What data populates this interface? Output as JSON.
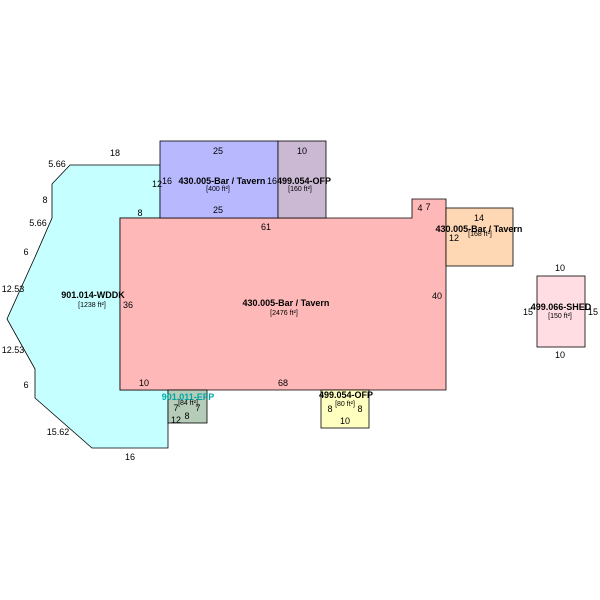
{
  "sketch": {
    "areas": {
      "wddk": {
        "label": "901.014-WDDK",
        "size": "[1238 ft²]",
        "color": "#c6ffff"
      },
      "bar_main": {
        "label": "430.005-Bar / Tavern",
        "size": "[2476 ft²]",
        "color": "#ffb8b8"
      },
      "bar_upper": {
        "label": "430.005-Bar / Tavern",
        "size": "[400 ft²]",
        "color": "#b8b8ff"
      },
      "ofp_upper": {
        "label": "499.054-OFP",
        "size": "[160 ft²]",
        "color": "#cbb9d4"
      },
      "bar_right": {
        "label": "430.005-Bar / Tavern",
        "size": "[168 ft²]",
        "color": "#fed8b4"
      },
      "shed": {
        "label": "499.066-SHED",
        "size": "[150 ft²]",
        "color": "#ffdde3"
      },
      "efp": {
        "label": "901.011-EFP",
        "size": "[84 ft²]",
        "color": "#b4ccb8",
        "label_color": "#00a6a6"
      },
      "ofp_lower": {
        "label": "499.054-OFP",
        "size": "[80 ft²]",
        "color": "#ffffc0"
      }
    },
    "dimensions": {
      "wddk_top": "18",
      "wddk_diag_top": "5.66",
      "wddk_left_upper": "8",
      "wddk_diag_mid_upper": "5.66",
      "wddk_left_6_upper": "6",
      "wddk_diag_12_upper": "12.53",
      "wddk_diag_12_lower": "12.53",
      "wddk_left_6_lower": "6",
      "wddk_diag_bottom": "15.62",
      "wddk_bottom": "16",
      "wddk_inner_12": "12",
      "wddk_inner_8": "8",
      "wddk_inner_36": "36",
      "bar_upper_top": "25",
      "bar_upper_bottom": "25",
      "bar_upper_left": "16",
      "bar_upper_right": "16",
      "ofp_upper_top": "10",
      "ofp_upper_right": "16",
      "bar_main_top": "61",
      "bar_main_right": "40",
      "bar_main_bottom": "68",
      "bar_main_bottom_left": "10",
      "bar_main_notch_4": "4",
      "bar_main_notch_7": "7",
      "bar_right_top": "14",
      "bar_right_left": "12",
      "shed_top": "10",
      "shed_bottom": "10",
      "shed_left": "15",
      "shed_right": "15",
      "efp_left": "7",
      "efp_right": "7",
      "efp_bottom": "8",
      "efp_bottom_left": "12",
      "ofp_lower_left": "8",
      "ofp_lower_right": "8",
      "ofp_lower_bottom": "10"
    }
  }
}
